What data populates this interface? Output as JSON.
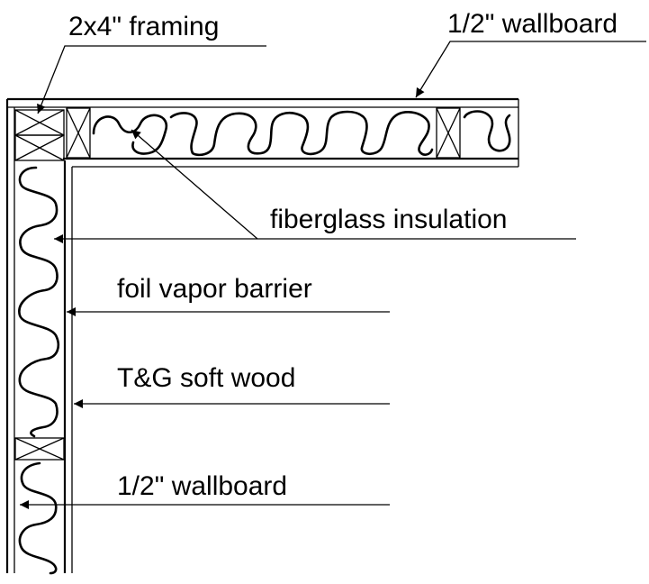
{
  "labels": {
    "framing": "2x4\" framing",
    "wallboard_ceiling": "1/2\" wallboard",
    "fiberglass": "fiberglass insulation",
    "vapor_barrier": "foil vapor barrier",
    "tg_softwood": "T&G soft wood",
    "wallboard_wall": "1/2\" wallboard"
  },
  "colors": {
    "ink": "#000000",
    "background": "#ffffff"
  }
}
